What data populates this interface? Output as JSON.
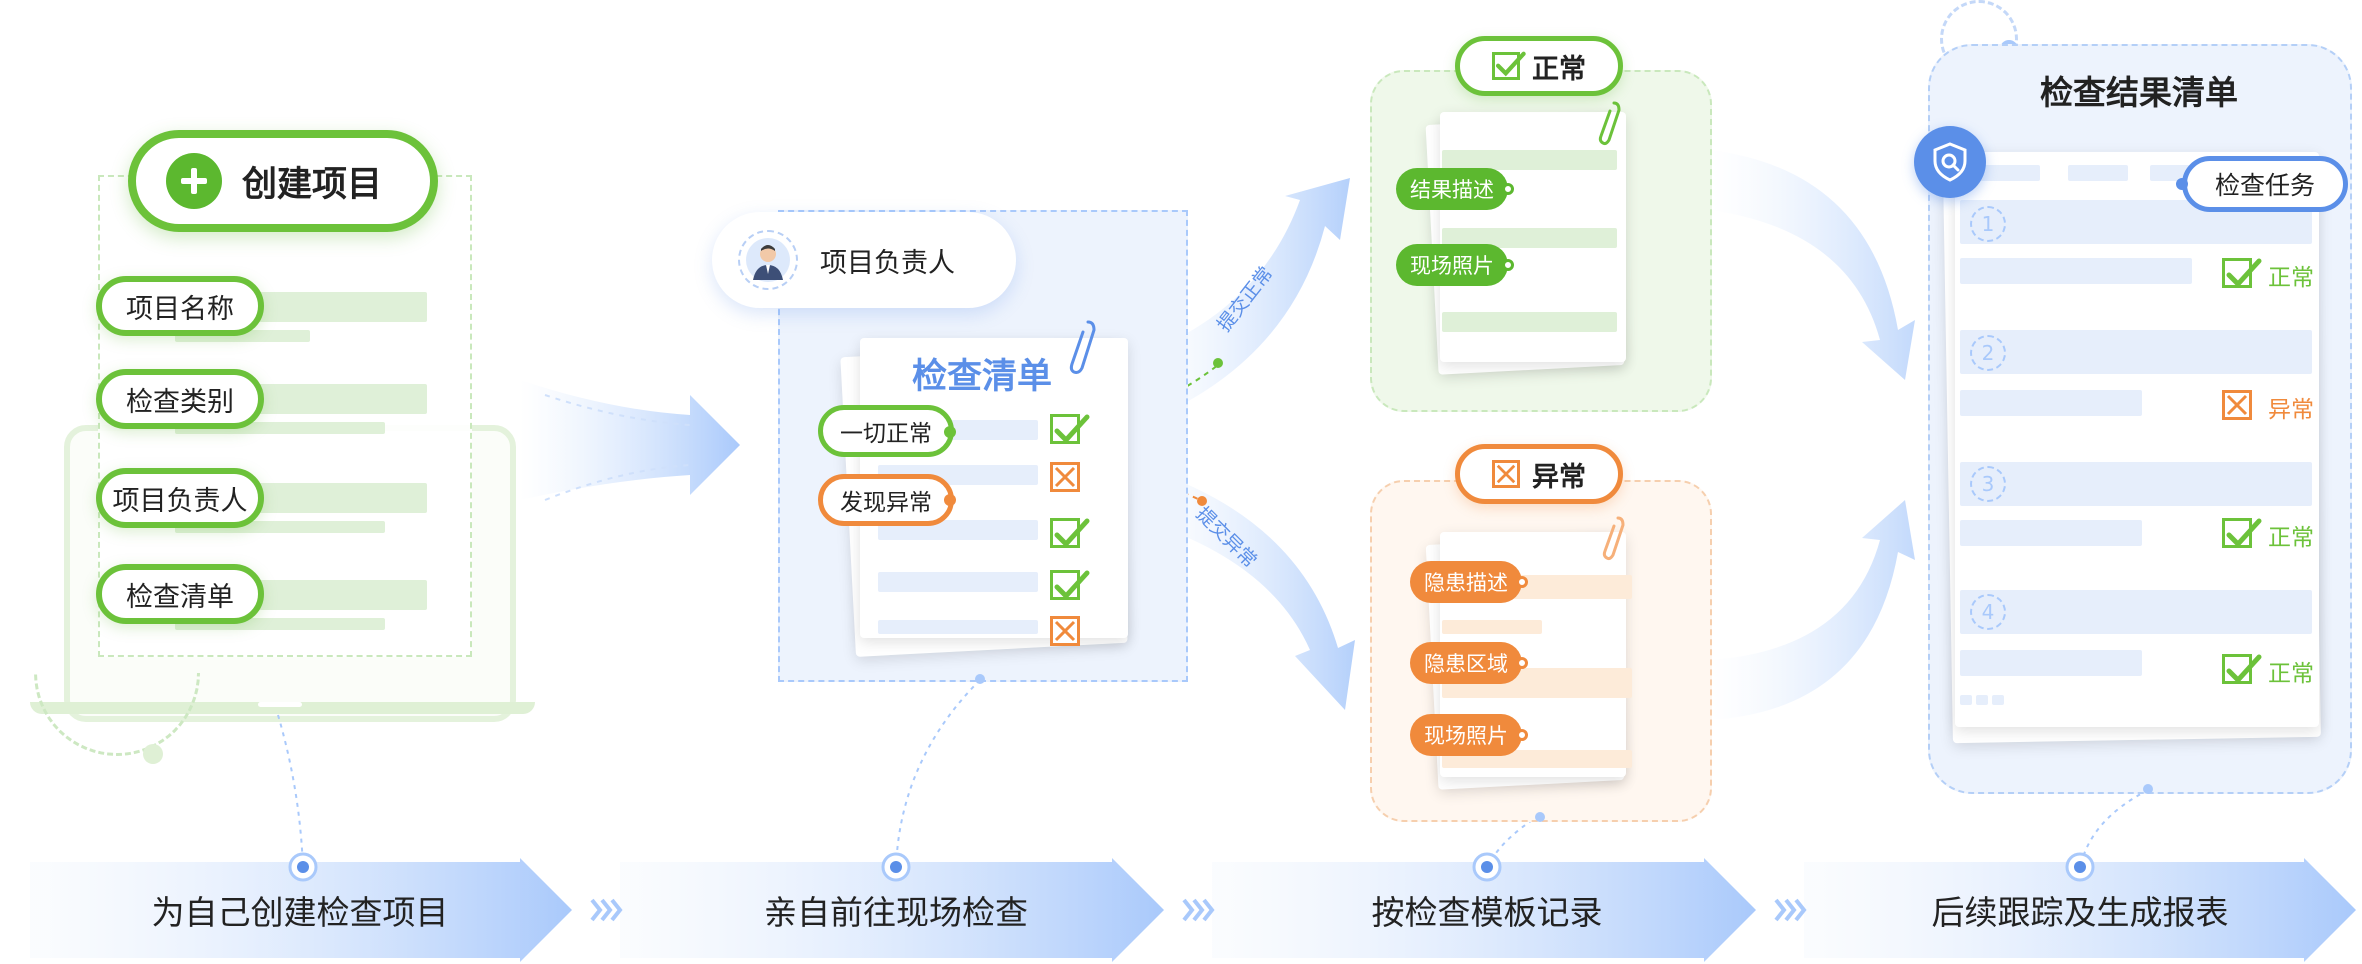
{
  "stage1": {
    "header": "创建项目",
    "fields": [
      "项目名称",
      "检查类别",
      "项目负责人",
      "检查清单"
    ]
  },
  "stage2": {
    "person_label": "项目负责人",
    "checklist_title": "检查清单",
    "all_normal": "一切正常",
    "found_abnormal": "发现异常",
    "submit_normal": "提交正常",
    "submit_abnormal": "提交异常"
  },
  "stage3": {
    "normal_header": "正常",
    "normal_fields": [
      "结果描述",
      "现场照片"
    ],
    "abnormal_header": "异常",
    "abnormal_fields": [
      "隐患描述",
      "隐患区域",
      "现场照片"
    ]
  },
  "stage4": {
    "title": "检查结果清单",
    "task_label": "检查任务",
    "rows": [
      {
        "num": "1",
        "status": "正常",
        "type": "normal"
      },
      {
        "num": "2",
        "status": "异常",
        "type": "abnormal"
      },
      {
        "num": "3",
        "status": "正常",
        "type": "normal"
      },
      {
        "num": "4",
        "status": "正常",
        "type": "normal"
      }
    ]
  },
  "bottom_steps": [
    "为自己创建检查项目",
    "亲自前往现场检查",
    "按检查模板记录",
    "后续跟踪及生成报表"
  ],
  "colors": {
    "green": "#6cc23a",
    "orange": "#f08a3c",
    "blue": "#5b8fe8",
    "light_blue": "#e9f1fd"
  }
}
